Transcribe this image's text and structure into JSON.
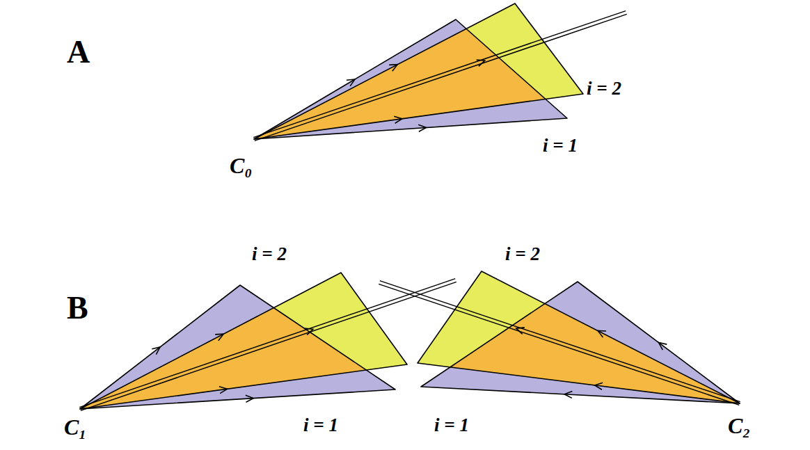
{
  "diagram": {
    "labels": [
      "A",
      "i = 2",
      "i = 1",
      "C₀",
      "B",
      "i = 2",
      "i = 2",
      "C₁",
      "i = 1",
      "i = 1",
      "C₂"
    ]
  }
}
